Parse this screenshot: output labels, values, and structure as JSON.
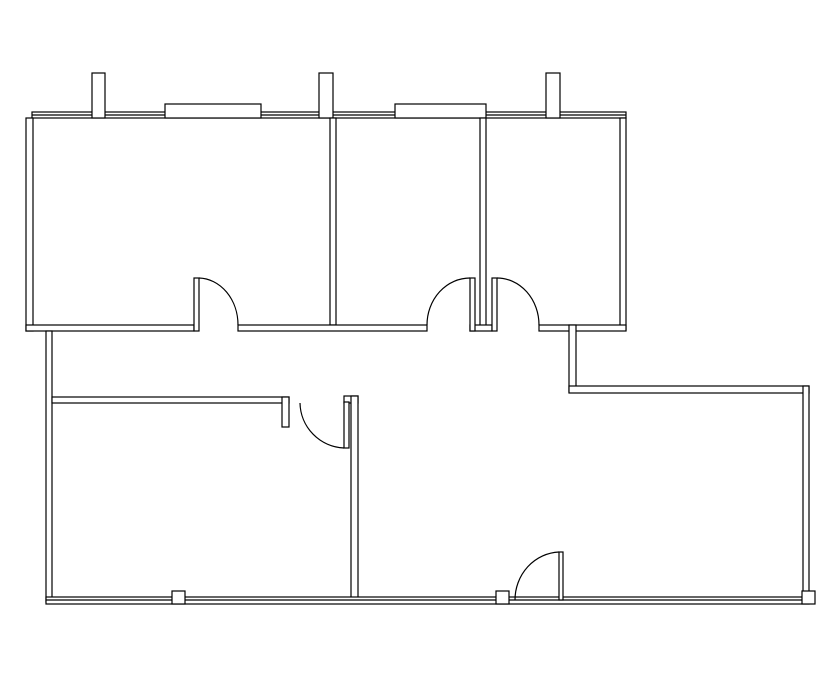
{
  "drawing": {
    "kind": "floor-plan",
    "style": "line-drawing",
    "line_color": "#000000",
    "background": "#ffffff",
    "rooms": [
      "office-top-left",
      "office-top-middle",
      "office-top-right",
      "office-bottom-left",
      "open-area"
    ],
    "doors": [
      "door-top-left",
      "door-top-middle",
      "door-top-right",
      "door-bottom-left",
      "door-entry"
    ],
    "windows": [
      "window-top-left",
      "window-top-middle"
    ]
  }
}
